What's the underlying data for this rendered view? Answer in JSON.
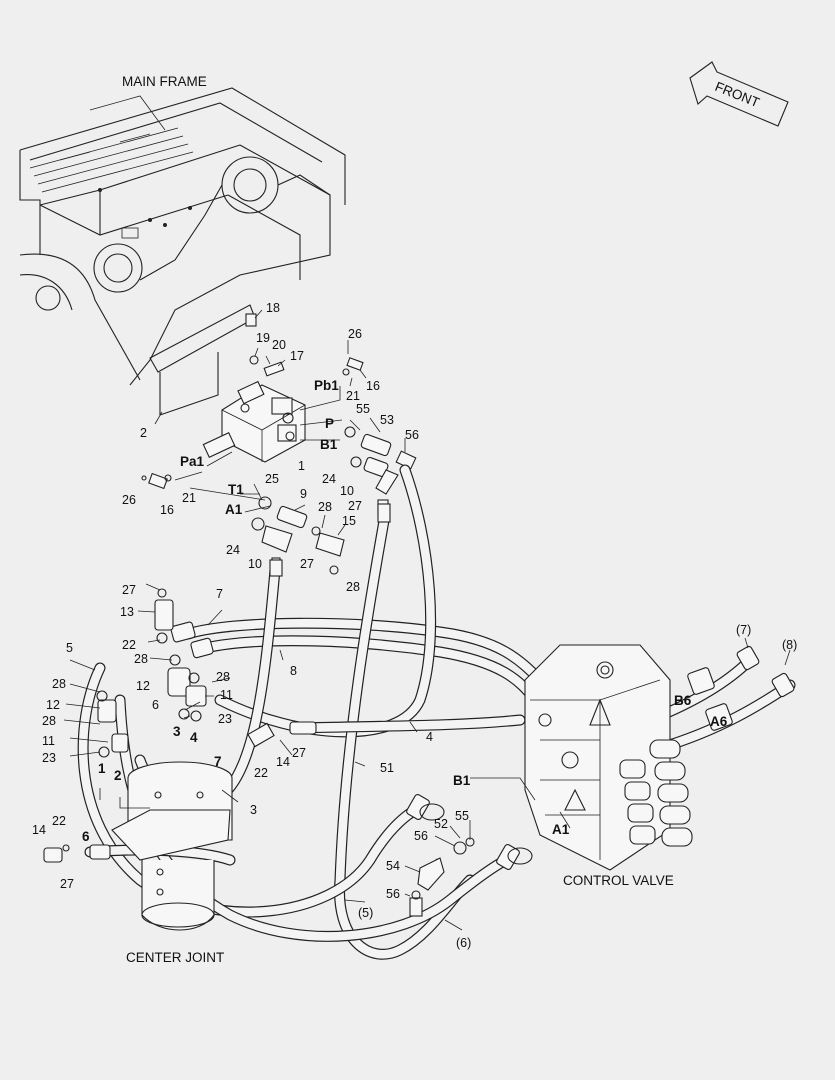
{
  "titles": {
    "main_frame": "MAIN FRAME",
    "front": "FRONT",
    "control_valve": "CONTROL VALVE",
    "center_joint": "CENTER JOINT"
  },
  "callouts": {
    "c2": "2",
    "c18": "18",
    "c19": "19",
    "c20": "20",
    "c17": "17",
    "c26a": "26",
    "c16a": "16",
    "c21a": "21",
    "c26b": "26",
    "c16b": "16",
    "c21b": "21",
    "c55a": "55",
    "c53": "53",
    "c56a": "56",
    "c1": "1",
    "c24a": "24",
    "c10a": "10",
    "c27a": "27",
    "c25": "25",
    "c9": "9",
    "c28a": "28",
    "c15": "15",
    "c24b": "24",
    "c10b": "10",
    "c27b": "27",
    "c28b": "28",
    "c27c": "27",
    "c13": "13",
    "c7": "7",
    "c22a": "22",
    "c28c": "28",
    "c8": "8",
    "c5": "5",
    "c28d": "28",
    "c6": "6",
    "c12a": "12",
    "c28e": "28",
    "c11a": "11",
    "c23a": "23",
    "c12b": "12",
    "c28f": "28",
    "c11b": "11",
    "c23b": "23",
    "c22b": "22",
    "c14a": "14",
    "c27d": "27",
    "c4": "4",
    "c51": "51",
    "c3": "3",
    "c22c": "22",
    "c14b": "14",
    "c27e": "27",
    "c56b": "56",
    "c52": "52",
    "c55b": "55",
    "c54": "54",
    "c56c": "56",
    "c7p": "(7)",
    "c8p": "(8)",
    "c5p": "(5)",
    "c6p": "(6)"
  },
  "ports": {
    "pb1": "Pb1",
    "p": "P",
    "b1": "B1",
    "pa1": "Pa1",
    "t1": "T1",
    "a1": "A1",
    "b6": "B6",
    "a6": "A6",
    "b1v": "B1",
    "a1v": "A1",
    "cj3": "3",
    "cj4": "4",
    "cj7": "7",
    "cj1": "1",
    "cj2": "2",
    "cj6": "6"
  }
}
